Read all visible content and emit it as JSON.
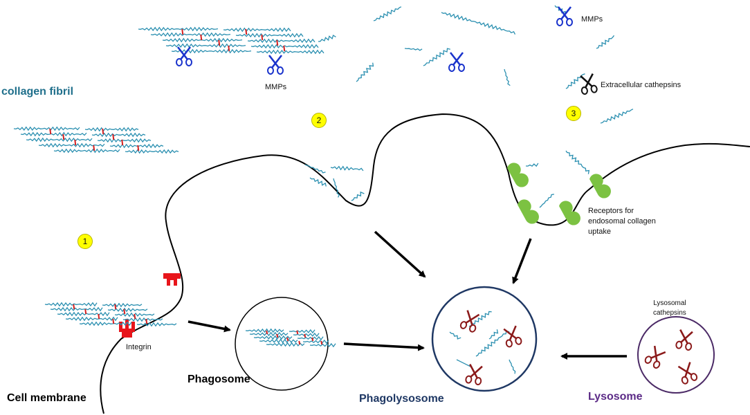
{
  "labels": {
    "collagen_fibril": "collagen fibril",
    "mmps_top_right": "MMPs",
    "mmps_left": "MMPs",
    "extracellular_cathepsins": "Extracellular cathepsins",
    "receptors": "Receptors for\nendosomal collagen\nuptake",
    "integrin": "Integrin",
    "lysosomal_cathepsins": "Lysosomal\ncathepsins",
    "cell_membrane": "Cell membrane",
    "phagosome": "Phagosome",
    "phagolysosome": "Phagolysosome",
    "lysosome": "Lysosome"
  },
  "steps": [
    "1",
    "2",
    "3"
  ],
  "colors": {
    "collagen": "#2a8fb0",
    "crosslink": "#d81f1f",
    "mmp_scissors": "#1a33cc",
    "extracellular_scissors": "#111111",
    "lysosomal_scissors": "#8b1a1a",
    "receptor": "#7cc242",
    "integrin": "#e8151b",
    "step_marker": "#ffff00",
    "collagen_label": "#1f6f8b",
    "phagolysosome_label": "#1f3864",
    "lysosome_label": "#5b2a86",
    "membrane": "#000000",
    "phagolysosome_border": "#1f3864",
    "lysosome_border": "#4b2a66"
  },
  "icons": [
    "collagen-helix",
    "crosslink",
    "scissors-icon",
    "receptor-icon",
    "integrin-icon",
    "arrow"
  ]
}
